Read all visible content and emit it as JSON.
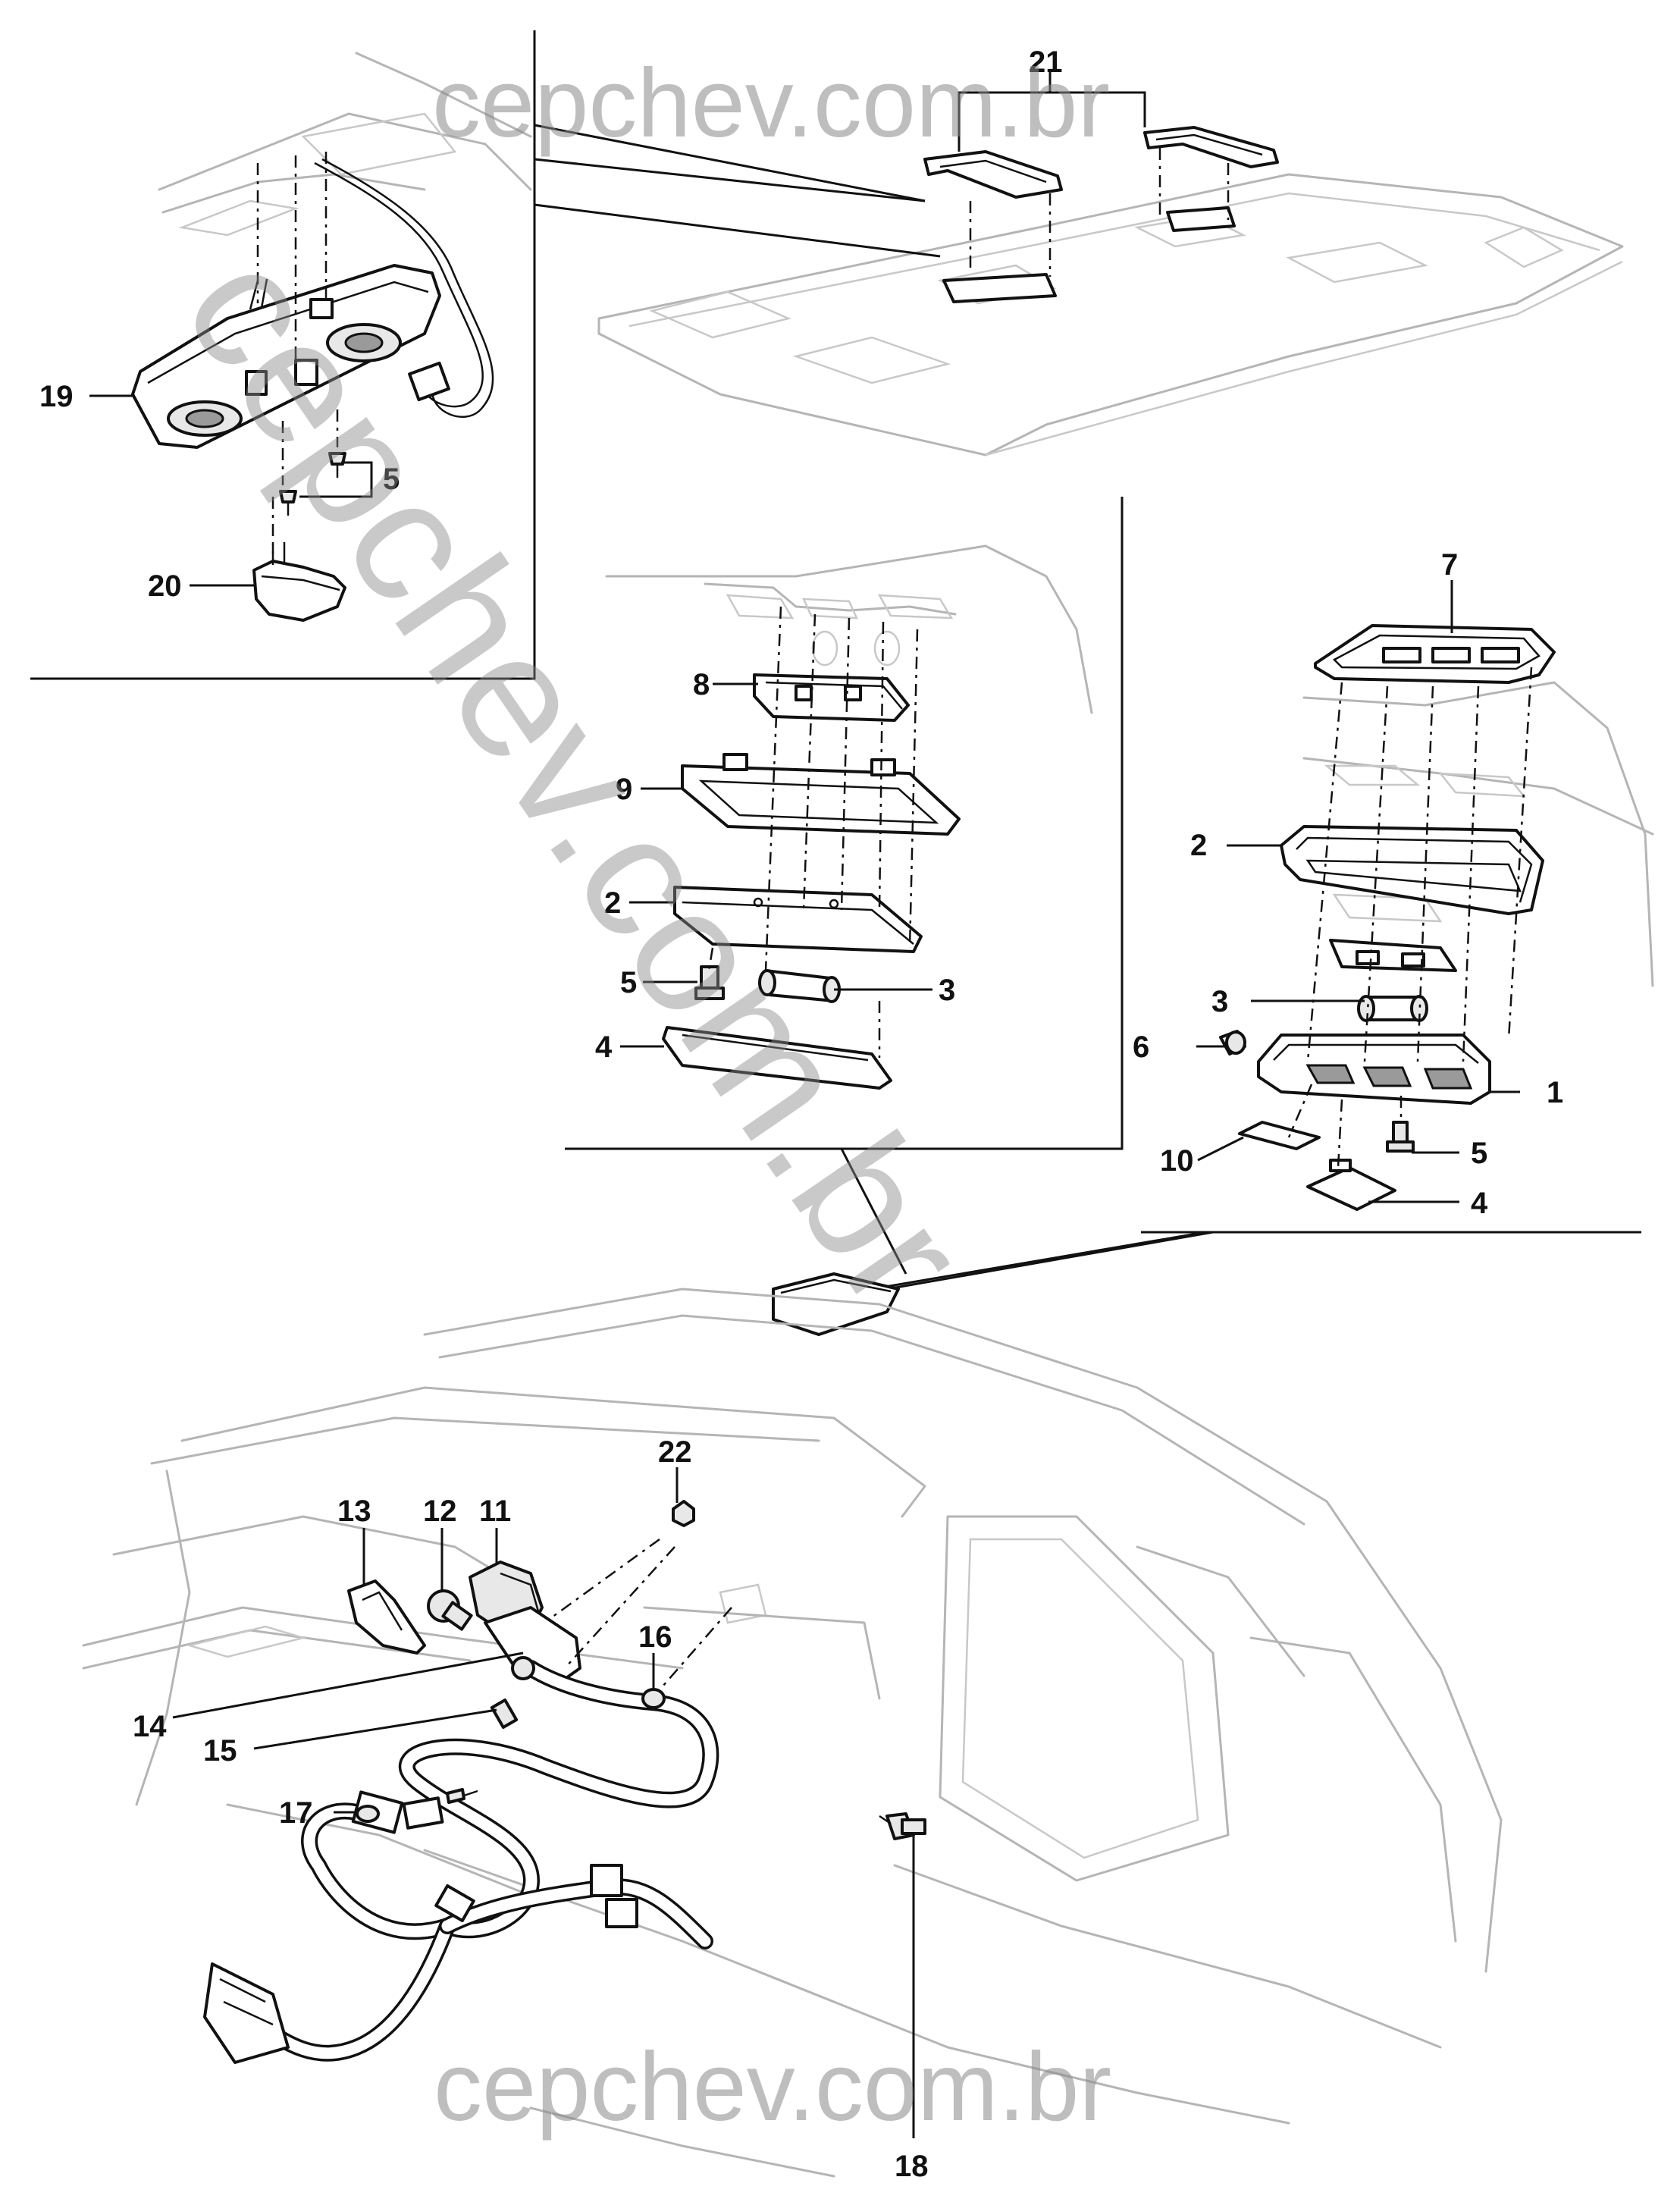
{
  "watermark": {
    "top": "cepchev.com.br",
    "diagonal": "cepchev.com.br",
    "bottom": "cepchev.com.br"
  },
  "callouts": {
    "c21": "21",
    "c19": "19",
    "c5_roof": "5",
    "c20": "20",
    "c7": "7",
    "c8": "8",
    "c9": "9",
    "c2_left": "2",
    "c5_left": "5",
    "c3_left": "3",
    "c4_left": "4",
    "c2_right": "2",
    "c3_right": "3",
    "c6": "6",
    "c1": "1",
    "c10": "10",
    "c5_right": "5",
    "c4_right": "4",
    "c22": "22",
    "c13": "13",
    "c12": "12",
    "c11": "11",
    "c16": "16",
    "c14": "14",
    "c15": "15",
    "c17": "17",
    "c18": "18"
  }
}
